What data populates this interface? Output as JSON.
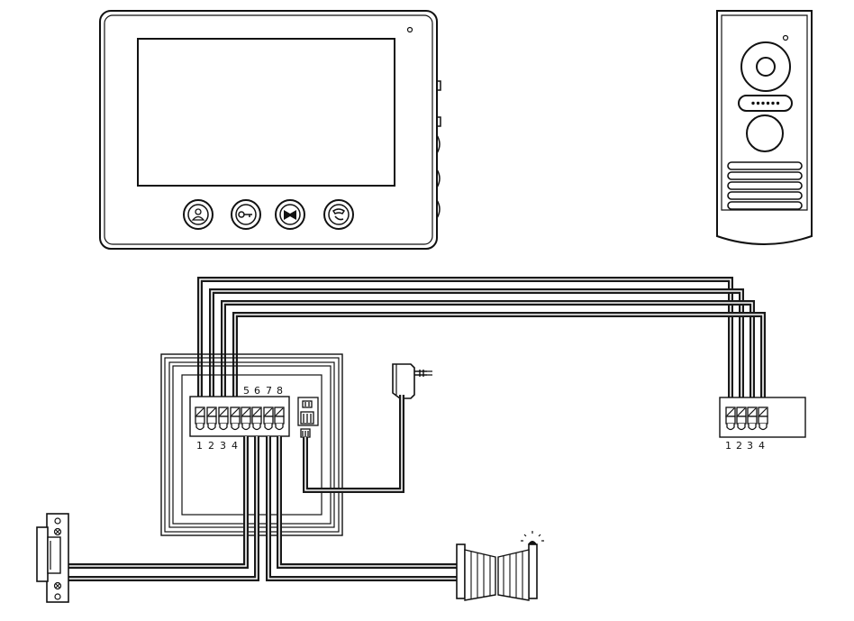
{
  "monitor": {
    "buttons": [
      {
        "name": "talk-button",
        "icon": "intercom-person-icon"
      },
      {
        "name": "unlock-button",
        "icon": "key-icon"
      },
      {
        "name": "gate-button",
        "icon": "gate-icon"
      },
      {
        "name": "hangup-button",
        "icon": "phone-handset-icon"
      }
    ]
  },
  "door_station": {
    "speaker_holes": 6,
    "grille_slots": 5
  },
  "monitor_terminal": {
    "labels_left": [
      "1",
      "2",
      "3",
      "4"
    ],
    "labels_right": [
      "5",
      "6",
      "7",
      "8"
    ]
  },
  "door_terminal": {
    "labels": [
      "1",
      "2",
      "3",
      "4"
    ]
  },
  "colors": {
    "line": "#111111",
    "wire": "#1a1a1a",
    "device_body": "#ffffff"
  }
}
